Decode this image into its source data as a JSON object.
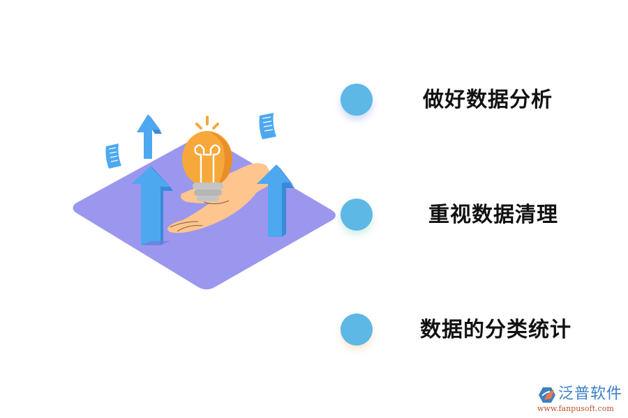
{
  "illustration": {
    "icons": [
      "isometric-platform",
      "lightbulb-icon",
      "hand-icon",
      "up-arrow-icon",
      "document-icon"
    ],
    "colors": {
      "platform": "#9b97ee",
      "arrow": "#4da8f0",
      "arrow_side": "#3a8ad8",
      "bulb": "#f7a83a",
      "bulb_shade": "#e88f2a",
      "bulb_base": "#bdbdbd",
      "hand": "#ffc58e",
      "paper": "#4da8f0"
    }
  },
  "items": [
    {
      "label": "做好数据分析",
      "dot_color": "#5db8e6"
    },
    {
      "label": "重视数据清理",
      "dot_color": "#5db8e6"
    },
    {
      "label": "数据的分类统计",
      "dot_color": "#5db8e6"
    }
  ],
  "logo": {
    "name": "泛普软件",
    "url": "www.fanpusoft.com",
    "icon": "fanpu-logo-icon"
  }
}
